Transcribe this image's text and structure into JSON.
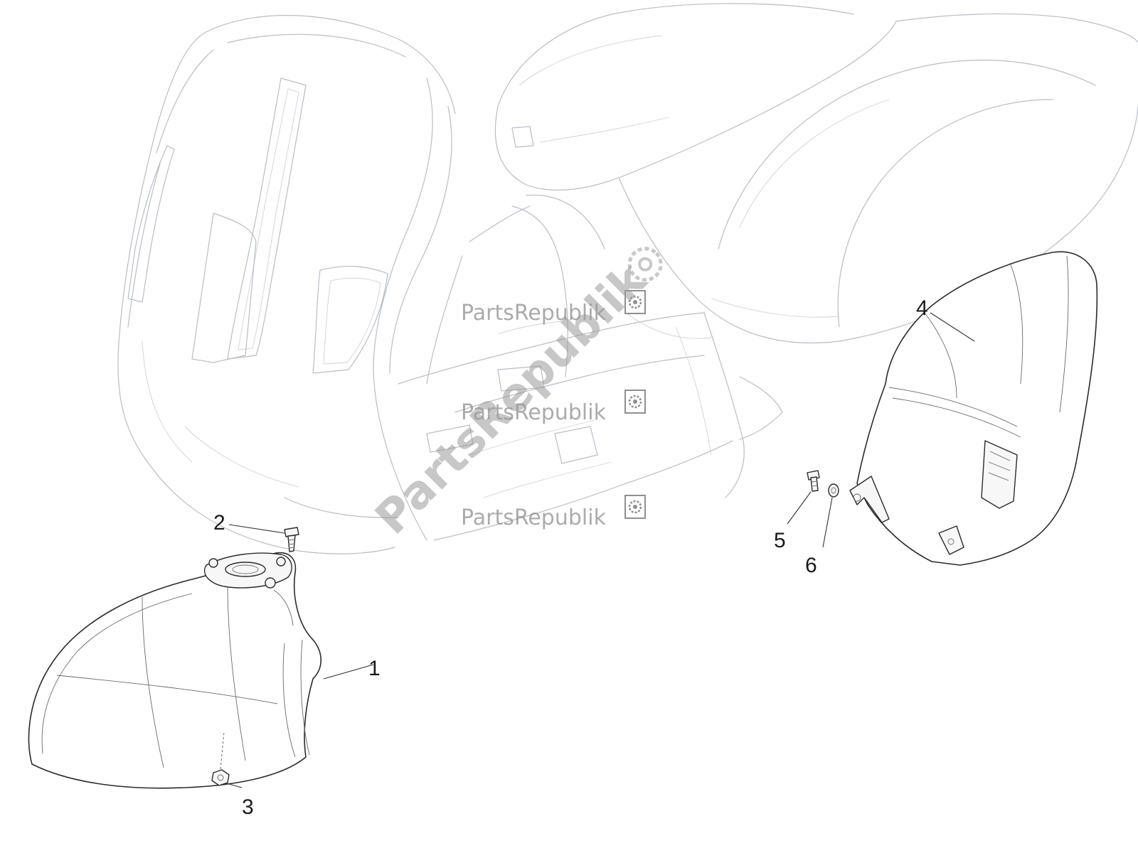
{
  "callouts": [
    {
      "id": "1",
      "label": "1"
    },
    {
      "id": "2",
      "label": "2"
    },
    {
      "id": "3",
      "label": "3"
    },
    {
      "id": "4",
      "label": "4"
    },
    {
      "id": "5",
      "label": "5"
    },
    {
      "id": "6",
      "label": "6"
    }
  ],
  "watermark": {
    "text": "PartsRepublik",
    "diagonal_text": "PartsRepublik",
    "icon": "gear-icon"
  },
  "colors": {
    "line": "#2b2b2b",
    "ghost_line": "#b9bdc4",
    "watermark": "#8f8f8f"
  }
}
